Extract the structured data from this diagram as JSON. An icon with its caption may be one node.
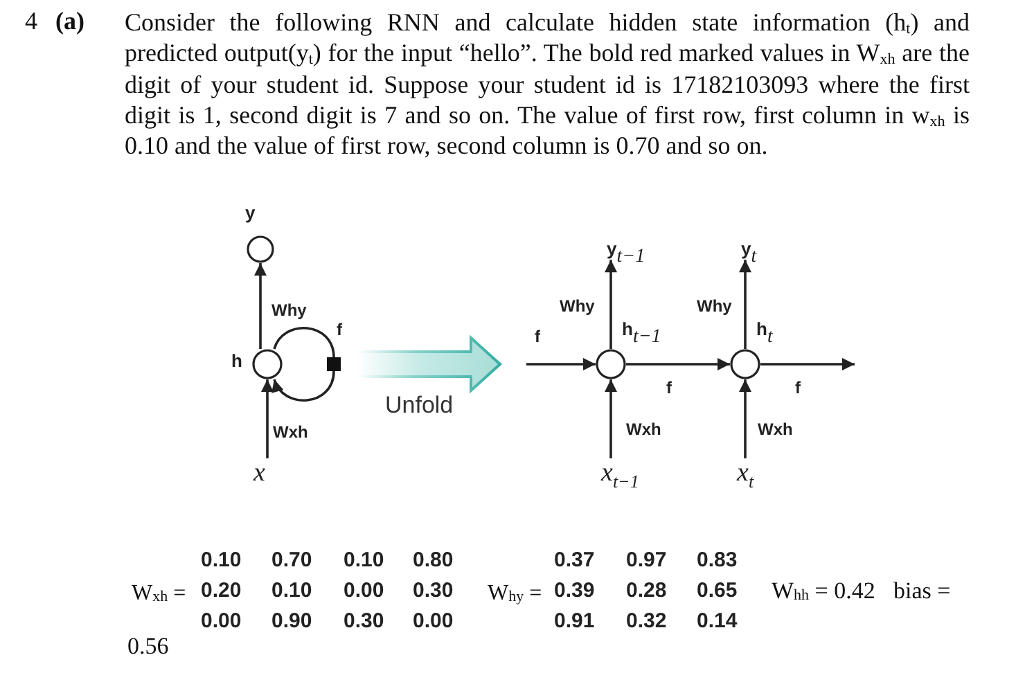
{
  "diagram": {
    "nodes": [
      {
        "text": [
          "y"
        ]
      },
      {
        "text": [
          "h"
        ]
      },
      {
        "text": [],
        "shape": "box"
      },
      {
        "text": [
          "x"
        ]
      },
      {
        "text": [
          "y$_{t−1}$"
        ]
      },
      {
        "text": [
          "h$_{t−1}$"
        ]
      },
      {
        "text": [
          "x$_{t−1}$"
        ]
      },
      {
        "text": [
          "y$_{t}$"
        ]
      },
      {
        "text": [
          "h$_{t}$"
        ]
      },
      {
        "text": [
          "x$_{t}$"
        ]
      }
    ],
    "edges": [
      {
        "from": 3,
        "to": 1,
        "arrow": "to",
        "label": "Wxh"
      },
      {
        "from": 1,
        "to": 0,
        "arrow": "to",
        "label": "Why"
      },
      {
        "from": 1,
        "to": 2,
        "arrow": "none",
        "label": "f"
      },
      {
        "from": 2,
        "to": 1,
        "arrow": "to"
      },
      {
        "from": null,
        "to": 5,
        "arrow": "to",
        "label": "f"
      },
      {
        "from": 5,
        "to": 4,
        "arrow": "to",
        "label": "Why"
      },
      {
        "from": 6,
        "to": 5,
        "arrow": "to",
        "label": "Wxh"
      },
      {
        "from": 5,
        "to": 8,
        "arrow": "to",
        "label": "f"
      },
      {
        "from": 8,
        "to": 7,
        "arrow": "to",
        "label": "Why"
      },
      {
        "from": 9,
        "to": 8,
        "arrow": "to",
        "label": "Wxh"
      },
      {
        "from": 8,
        "to": null,
        "arrow": "to",
        "label": "f"
      }
    ],
    "labels": [
      "4",
      "(a)",
      "Consider the following RNN and calculate hidden state information (h$_{t}$) and predicted output(y$_{t}$) for the input “hello”. The bold red marked values in W$_{xh}$ are the digit of your student id. Suppose your student id is 17182103093 where the first digit is 1, second digit is 7 and so on. The value of first row, first column in w$_{xh}$ is 0.10 and the value of first row, second column is 0.70 and so on.",
      "Unfold",
      "0.10",
      "0.70",
      "0.10",
      "0.80",
      "0.37",
      "0.97",
      "0.83",
      "W$_{xh}$ =",
      "0.20",
      "0.10",
      "0.00",
      "0.30",
      "W$_{hy}$ =",
      "0.39",
      "0.28",
      "0.65",
      "W$_{hh}$ = 0.42",
      "bias =",
      "0.00",
      "0.90",
      "0.30",
      "0.00",
      "0.91",
      "0.32",
      "0.14",
      "0.56"
    ]
  }
}
